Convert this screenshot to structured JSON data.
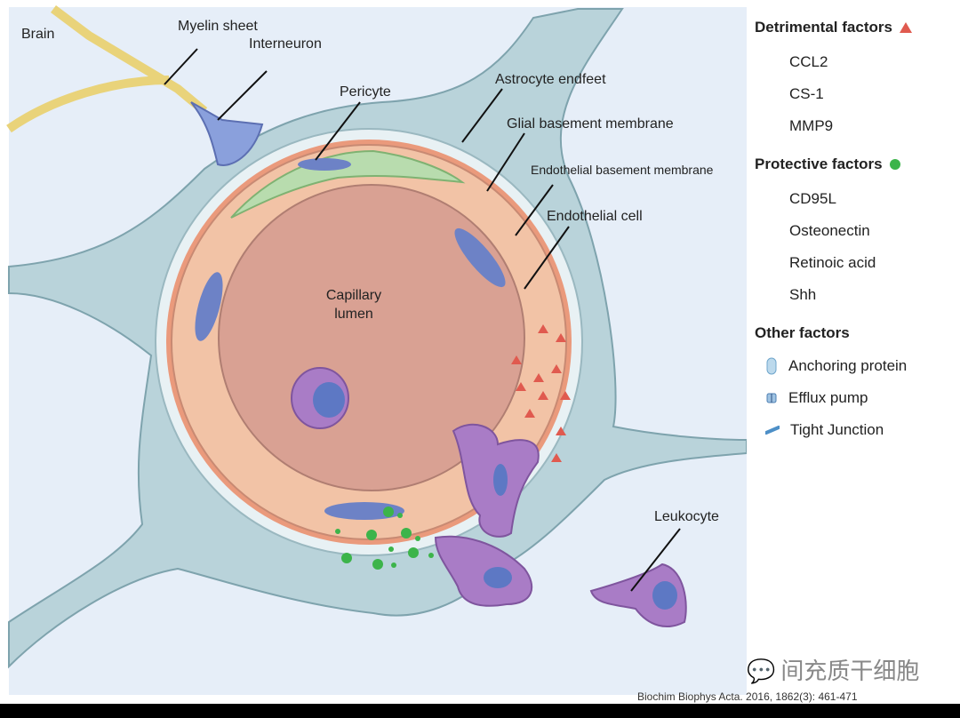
{
  "labels": {
    "brain": "Brain",
    "myelin_sheet": "Myelin sheet",
    "interneuron": "Interneuron",
    "pericyte": "Pericyte",
    "astrocyte_endfeet": "Astrocyte endfeet",
    "glial_basement_membrane": "Glial basement membrane",
    "endothelial_basement_membrane": "Endothelial basement membrane",
    "endothelial_cell": "Endothelial cell",
    "capillary_lumen_1": "Capillary",
    "capillary_lumen_2": "lumen",
    "leukocyte": "Leukocyte"
  },
  "legend": {
    "detrimental": {
      "title": "Detrimental factors",
      "icon": "red-triangle",
      "items": [
        "CCL2",
        "CS-1",
        "MMP9"
      ]
    },
    "protective": {
      "title": "Protective factors",
      "icon": "green-dot",
      "items": [
        "CD95L",
        "Osteonectin",
        "Retinoic acid",
        "Shh"
      ]
    },
    "other": {
      "title": "Other factors",
      "items": [
        {
          "label": "Anchoring protein",
          "icon": "anchoring-protein-icon"
        },
        {
          "label": "Efflux pump",
          "icon": "efflux-pump-icon"
        },
        {
          "label": "Tight Junction",
          "icon": "tight-junction-icon"
        }
      ]
    }
  },
  "watermark": "间充质干细胞",
  "citation": "Biochim Biophys Acta. 2016, 1862(3): 461-471",
  "colors": {
    "background": "#e6eef8",
    "astrocyte": "#b9d3da",
    "endothelial": "#f2c3a6",
    "lumen": "#d9a193",
    "pericyte": "#b8dcae",
    "nucleus": "#6d82c6",
    "leukocyte": "#a97cc6",
    "detrimental": "#e05a4f",
    "protective": "#3cb44a"
  }
}
